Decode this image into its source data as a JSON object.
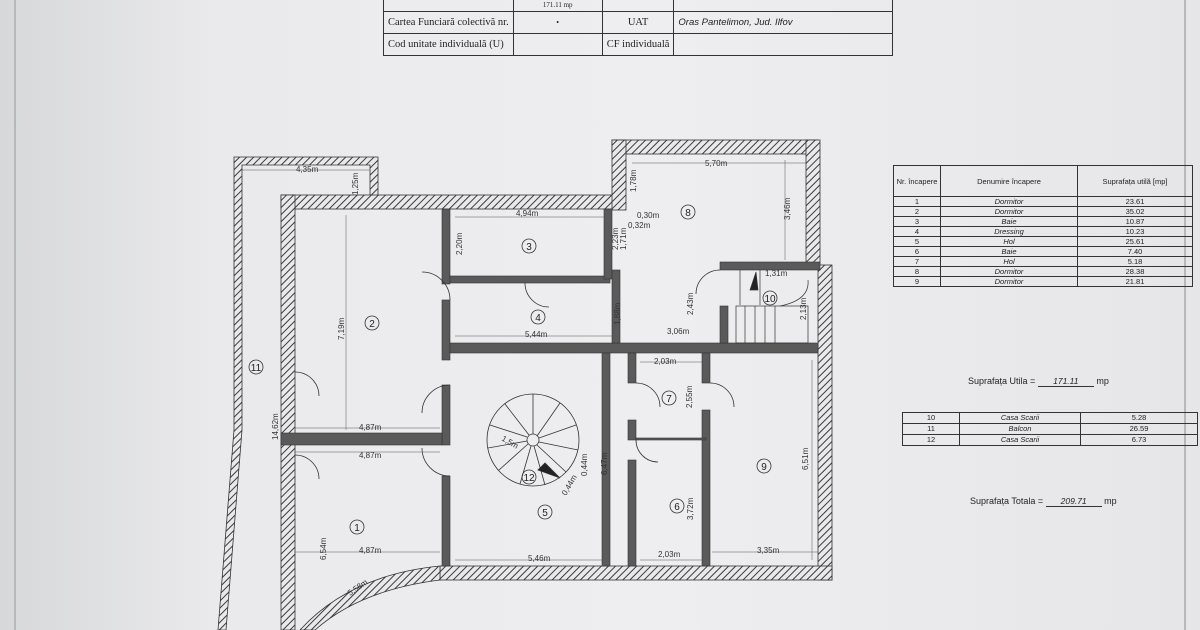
{
  "header": {
    "area_fragment": "171.11 mp",
    "row1_label": "Cartea Funciară colectivă nr.",
    "row1_mark": "•",
    "uat_label": "UAT",
    "uat_value": "Oras Pantelimon, Jud. Ilfov",
    "row2_label": "Cod unitate individuală (U)",
    "cf_label": "CF individuală"
  },
  "dimensions": [
    "4,35m",
    "1,25m",
    "5,70m",
    "3,46m",
    "1,78m",
    "4,94m",
    "0,30m",
    "0,32m",
    "2,20m",
    "2,23m",
    "1,71m",
    "7,19m",
    "5,44m",
    "1,88m",
    "3,06m",
    "2,43m",
    "1,31m",
    "2,13m",
    "14,62m",
    "4,87m",
    "4,87m",
    "2,03m",
    "2,55m",
    "6,47m",
    "6,51m",
    "0,44m",
    "1,5m",
    "0,44m",
    "3,72m",
    "6,54m",
    "4,87m",
    "5,46m",
    "2,03m",
    "3,35m",
    "5,58m"
  ],
  "room_numbers": [
    "1",
    "2",
    "3",
    "4",
    "5",
    "6",
    "7",
    "8",
    "9",
    "10",
    "11",
    "12"
  ],
  "room_table": {
    "headers": [
      "Nr. încapere",
      "Denumire încapere",
      "Suprafața utilă [mp]"
    ],
    "rows": [
      {
        "nr": "1",
        "name": "Dormitor",
        "area": "23.61"
      },
      {
        "nr": "2",
        "name": "Dormitor",
        "area": "35.02"
      },
      {
        "nr": "3",
        "name": "Baie",
        "area": "10.87"
      },
      {
        "nr": "4",
        "name": "Dressing",
        "area": "10.23"
      },
      {
        "nr": "5",
        "name": "Hol",
        "area": "25.61"
      },
      {
        "nr": "6",
        "name": "Baie",
        "area": "7.40"
      },
      {
        "nr": "7",
        "name": "Hol",
        "area": "5.18"
      },
      {
        "nr": "8",
        "name": "Dormitor",
        "area": "28.38"
      },
      {
        "nr": "9",
        "name": "Dormitor",
        "area": "21.81"
      }
    ]
  },
  "suprafata_utila": {
    "label": "Suprafața Utila =",
    "value": "171.11",
    "unit": "mp"
  },
  "extra_table": {
    "rows": [
      {
        "nr": "10",
        "name": "Casa Scarii",
        "area": "5.28"
      },
      {
        "nr": "11",
        "name": "Balcon",
        "area": "26.59"
      },
      {
        "nr": "12",
        "name": "Casa Scarii",
        "area": "6.73"
      }
    ]
  },
  "suprafata_totala": {
    "label": "Suprafața Totala =",
    "value": "209.71",
    "unit": "mp"
  },
  "colors": {
    "wall": "#444444",
    "paper": "#eeeef0",
    "ink": "#222222"
  }
}
